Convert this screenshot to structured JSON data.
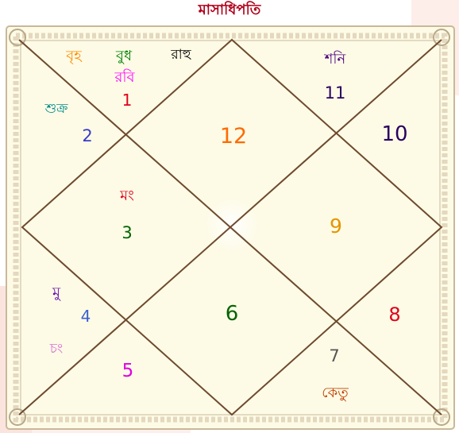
{
  "title": "মাসাধিপতি",
  "colors": {
    "background": "#fdfbe6",
    "border": "#c9b89a",
    "lines": "#6e4a2e",
    "title": "#b0001a"
  },
  "houses": [
    {
      "number": "1",
      "color": "#e0001a"
    },
    {
      "number": "2",
      "color": "#3a3ac8"
    },
    {
      "number": "3",
      "color": "#006400"
    },
    {
      "number": "4",
      "color": "#3a5fcd"
    },
    {
      "number": "5",
      "color": "#e000e0"
    },
    {
      "number": "6",
      "color": "#006400"
    },
    {
      "number": "7",
      "color": "#555555"
    },
    {
      "number": "8",
      "color": "#e0001a"
    },
    {
      "number": "9",
      "color": "#e69500"
    },
    {
      "number": "10",
      "color": "#2a0060"
    },
    {
      "number": "11",
      "color": "#2a0060"
    },
    {
      "number": "12",
      "color": "#ff6a00"
    }
  ],
  "planets": [
    {
      "name": "বৃহ",
      "color": "#ff8c00"
    },
    {
      "name": "বুধ",
      "color": "#008000"
    },
    {
      "name": "রাহু",
      "color": "#000000"
    },
    {
      "name": "রবি",
      "color": "#ff00ff"
    },
    {
      "name": "শুক্র",
      "color": "#008b8b"
    },
    {
      "name": "শনি",
      "color": "#4b0082"
    },
    {
      "name": "মং",
      "color": "#e0001a"
    },
    {
      "name": "মু",
      "color": "#6a0dad"
    },
    {
      "name": "চং",
      "color": "#da70d6"
    },
    {
      "name": "কেতু",
      "color": "#c04000"
    }
  ]
}
